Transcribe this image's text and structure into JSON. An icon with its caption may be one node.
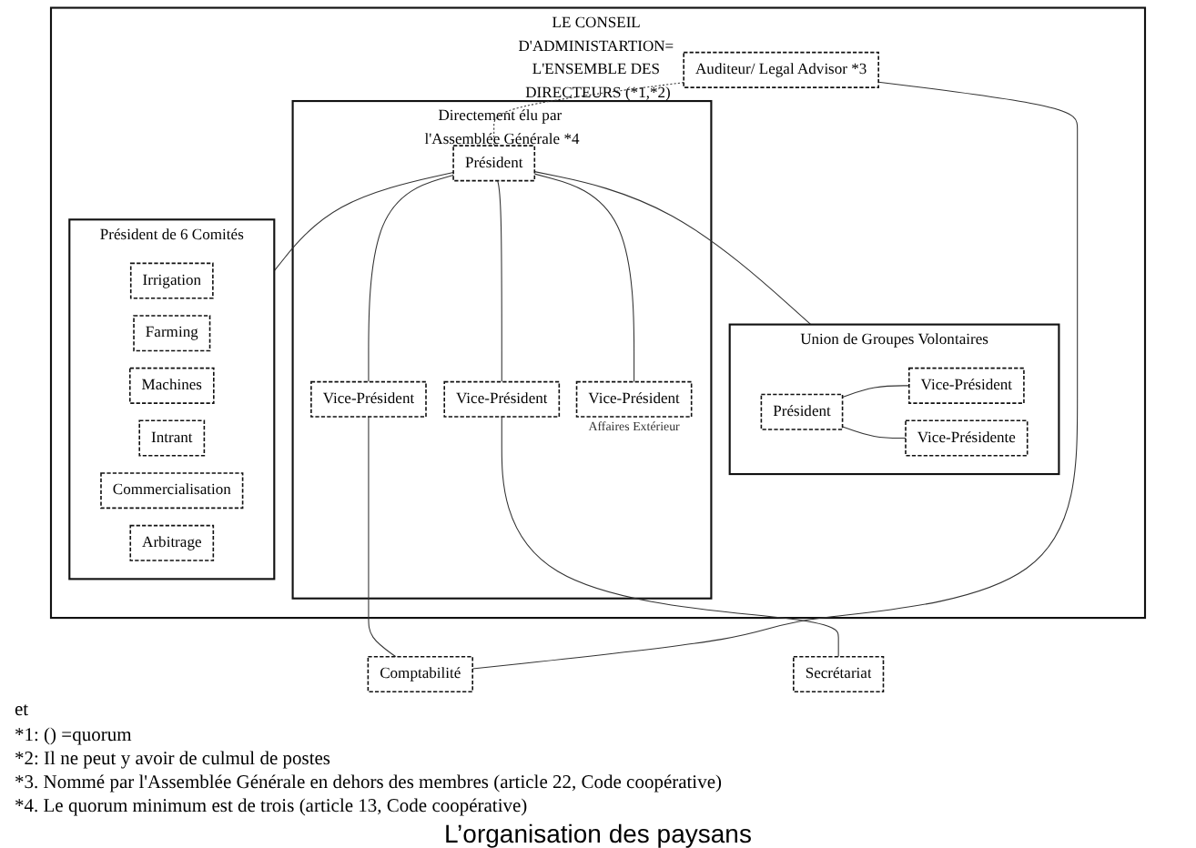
{
  "diagram": {
    "caption": "L’organisation des paysans",
    "nodes": [
      {
        "text": [
          "LE CONSEIL D'ADMINISTARTION= L'ENSEMBLE DES DIRECTEURS (*1,*2)"
        ]
      },
      {
        "text": [
          "Auditeur/ Legal Advisor *3"
        ],
        "in": 0
      },
      {
        "text": [
          "Union de Groupes Volontaires"
        ],
        "in": 0
      },
      {
        "text": [
          "Président"
        ],
        "in": 2
      },
      {
        "text": [
          "Vice-Président"
        ],
        "in": 2
      },
      {
        "text": [
          "Vice-Présidente"
        ],
        "in": 2
      },
      {
        "text": [
          "Directement élu par l'Assemblée Générale *4"
        ],
        "in": 0
      },
      {
        "text": [
          "Président"
        ],
        "in": 6
      },
      {
        "text": [
          "Vice-Président"
        ],
        "in": 6
      },
      {
        "text": [
          "Vice-Président"
        ],
        "in": 6
      },
      {
        "text": [
          "Vice-Président"
        ],
        "in": 6,
        "beside": [
          "Affaires Extérieur"
        ]
      },
      {
        "text": [
          "Président de 6 Comités"
        ],
        "in": 0
      },
      {
        "text": [
          "Irrigation"
        ],
        "in": 11
      },
      {
        "text": [
          "Farming"
        ],
        "in": 11
      },
      {
        "text": [
          "Machines"
        ],
        "in": 11
      },
      {
        "text": [
          "Intrant"
        ],
        "in": 11
      },
      {
        "text": [
          "Commercialisation"
        ],
        "in": 11
      },
      {
        "text": [
          "Arbitrage"
        ],
        "in": 11
      },
      {
        "text": [
          "Comptabilité"
        ]
      },
      {
        "text": [
          "Secrétariat"
        ]
      }
    ],
    "edges": [
      {
        "from": 1,
        "to": 7,
        "arrow": "none",
        "style": "dashed"
      },
      {
        "from": 7,
        "to": 8,
        "arrow": "none"
      },
      {
        "from": 7,
        "to": 9,
        "arrow": "none"
      },
      {
        "from": 7,
        "to": 10,
        "arrow": "none"
      },
      {
        "from": 7,
        "to": 2,
        "arrow": "none"
      },
      {
        "from": 7,
        "to": 11,
        "arrow": "none"
      },
      {
        "from": 3,
        "to": 4,
        "arrow": "none"
      },
      {
        "from": 3,
        "to": 5,
        "arrow": "none"
      },
      {
        "from": 8,
        "to": 18,
        "arrow": "none"
      },
      {
        "from": 9,
        "to": 19,
        "arrow": "none"
      },
      {
        "from": 1,
        "to": 18,
        "arrow": "none"
      }
    ],
    "labels": [
      "et",
      "*1: () =quorum",
      "*2: Il ne peut y avoir de culmul de postes",
      "*3. Nommé par l'Assemblée Générale en dehors des membres (article 22, Code coopérative)",
      "*4. Le quorum minimum est de trois (article 13, Code coopérative)"
    ]
  }
}
